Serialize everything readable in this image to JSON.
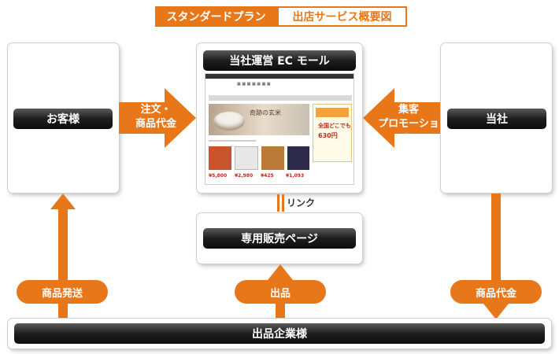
{
  "title": {
    "plan": "スタンダードプラン",
    "subtitle": "出店サービス概要図"
  },
  "nodes": {
    "customer": "お客様",
    "company": "当社",
    "ec_mall": "当社運営 EC モール",
    "sales_page": "専用販売ページ",
    "vendor": "出品企業様"
  },
  "arrows": {
    "order_payment": [
      "注文・",
      "商品代金"
    ],
    "promotion": [
      "集客",
      "プロモーション"
    ],
    "link": "リンク",
    "shipping": "商品発送",
    "listing": "出品",
    "payment": "商品代金"
  },
  "site_preview": {
    "banner_text": "奇跡の玄米",
    "promo_line1": "全国どこでも",
    "promo_line2": "630円",
    "prices": [
      "¥5,800",
      "¥2,980",
      "¥425",
      "¥1,093"
    ]
  },
  "colors": {
    "accent": "#e8771a",
    "pill_dark": "#1e1e1e"
  }
}
